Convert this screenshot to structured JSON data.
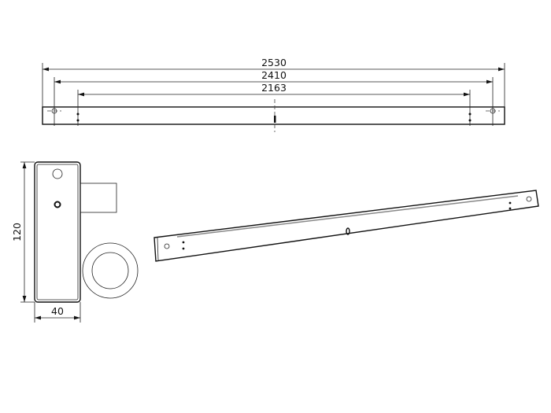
{
  "dimensions": {
    "overall_length": "2530",
    "hole_spacing_outer": "2410",
    "hole_spacing_inner": "2163",
    "height": "120",
    "width": "40"
  },
  "colors": {
    "line": "#111111",
    "groove": "#888888"
  }
}
